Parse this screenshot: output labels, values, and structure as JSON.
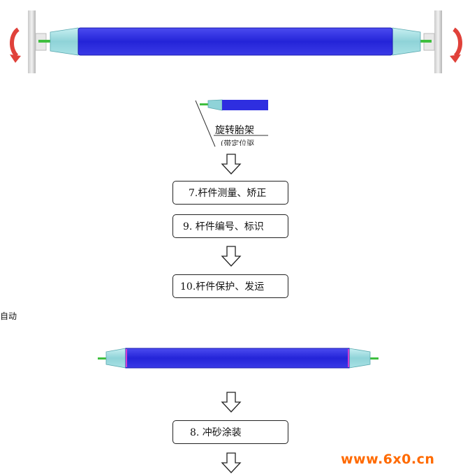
{
  "cropped_figure": {
    "label": "旋转胎架",
    "sublabel": "(带定位驱"
  },
  "steps": [
    {
      "id": "step-7",
      "label": "7.杆件测量、矫正"
    },
    {
      "id": "step-9",
      "label": "9. 杆件编号、标识"
    },
    {
      "id": "step-10",
      "label": "10.杆件保护、发运"
    },
    {
      "id": "step-8",
      "label": "8. 冲砂涂装"
    }
  ],
  "side_label": "自动",
  "watermark": "www.6x0.cn",
  "colors": {
    "rod_body": "#2e2ee0",
    "end_cap": "#8fd3d8",
    "rotation_arrow": "#e0413a",
    "watermark": "#ff6a00"
  }
}
